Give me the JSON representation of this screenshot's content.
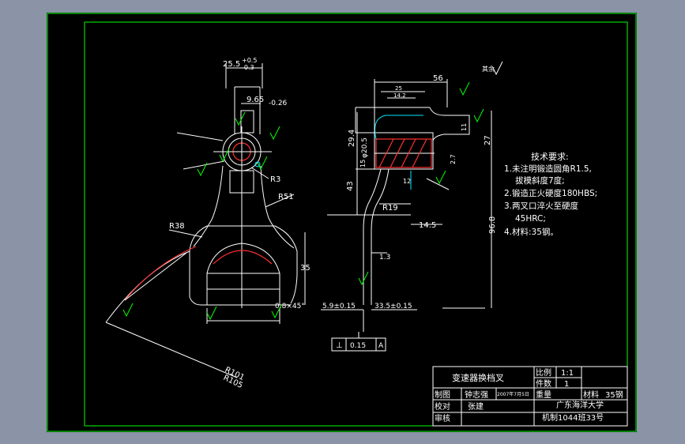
{
  "colors": {
    "outer_bg": "#8a94a6",
    "sheet": "#000000",
    "border": "#00ff00",
    "lines": "#ffffff",
    "hidden": "#00e5ff",
    "section": "#ff3030"
  },
  "dims": {
    "d255": "25.5",
    "d255_tol_up": "+0.5",
    "d255_tol_dn": "-0.3",
    "d965": "9.65",
    "d965_tol": "-0.26",
    "r3": "R3",
    "r51": "R51",
    "r38": "R38",
    "d35": "35",
    "r101": "R101",
    "r105": "R105",
    "chamfer": "0.8×45°",
    "d56": "56",
    "d25": "25",
    "d142": "14.2",
    "d294": "29.4",
    "d43": "43",
    "phi205": "φ20.5",
    "r19": "R19",
    "d145": "14.5",
    "d968": "96.8",
    "d27": "27",
    "d11": "11",
    "d59": "5.9±0.15",
    "d335": "33.5±0.15",
    "d13": "1.3",
    "d12": "12",
    "d15": "15",
    "d27b": "2.7",
    "note_rest": "其余",
    "fcf_sym": "⊥",
    "fcf_tol": "0.15",
    "fcf_datum": "A"
  },
  "tech": {
    "title": "技术要求:",
    "items": [
      "1.未注明锻造圆角R1.5,",
      "拔模斜度7度;",
      "2.锻造正火硬度180HBS;",
      "3.两叉口淬火至硬度",
      "45HRC;",
      "4.材料:35钢。"
    ]
  },
  "title_block": {
    "part_name": "变速器换档叉",
    "scale_label": "比例",
    "scale_value": "1:1",
    "count_label": "件数",
    "count_value": "1",
    "drawn_label": "制图",
    "drawn_name": "钟志强",
    "drawn_date": "2007年7月5日",
    "weight_label": "重量",
    "material_label": "材料",
    "material_value": "35钢",
    "check_label": "校对",
    "check_name": "张建",
    "review_label": "审核",
    "school": "广东海洋大学",
    "class_info": "机制1044班33号"
  }
}
